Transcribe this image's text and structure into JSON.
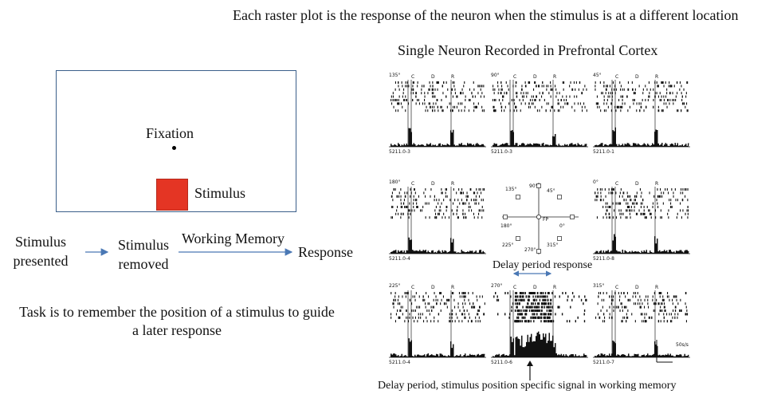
{
  "header": {
    "caption": "Each raster plot is the response of the neuron when the stimulus is at a different location",
    "figure_title": "Single Neuron Recorded in Prefrontal Cortex"
  },
  "task_diagram": {
    "fixation_label": "Fixation",
    "stimulus_label": "Stimulus",
    "step1_line1": "Stimulus",
    "step1_line2": "presented",
    "step2_line1": "Stimulus",
    "step2_line2": "removed",
    "working_memory_label": "Working Memory",
    "response_label": "Response",
    "task_line1": "Task is to remember the position of a stimulus to guide",
    "task_line2": "a later response",
    "stimulus_color": "#e43524",
    "arrow_color": "#4a78b5"
  },
  "raster_panels": [
    {
      "position": "top-left",
      "angle_label": "135°",
      "id_label": "5211.0-3",
      "delay_activity": "low"
    },
    {
      "position": "top-center",
      "angle_label": "90°",
      "id_label": "5211.0-3",
      "delay_activity": "low"
    },
    {
      "position": "top-right",
      "angle_label": "45°",
      "id_label": "5211.0-1",
      "delay_activity": "low"
    },
    {
      "position": "middle-left",
      "angle_label": "180°",
      "id_label": "5211.0-4",
      "delay_activity": "low"
    },
    {
      "position": "middle-right",
      "angle_label": "0°",
      "id_label": "5211.0-8",
      "delay_activity": "low"
    },
    {
      "position": "bottom-left",
      "angle_label": "225°",
      "id_label": "5211.0-4",
      "delay_activity": "low"
    },
    {
      "position": "bottom-center",
      "angle_label": "270°",
      "id_label": "5211.0-6",
      "delay_activity": "high"
    },
    {
      "position": "bottom-right",
      "angle_label": "315°",
      "id_label": "5211.0-7",
      "delay_activity": "low"
    }
  ],
  "event_markers": [
    "C",
    "D",
    "R"
  ],
  "center_layout": {
    "fp_label": "FP",
    "angles": [
      "135°",
      "90°",
      "45°",
      "180°",
      "0°",
      "225°",
      "270°",
      "315°"
    ]
  },
  "scale_label": "50s/s",
  "annotations": {
    "delay_period_response": "Delay period response",
    "bottom_caption": "Delay period, stimulus position specific signal in working memory"
  }
}
